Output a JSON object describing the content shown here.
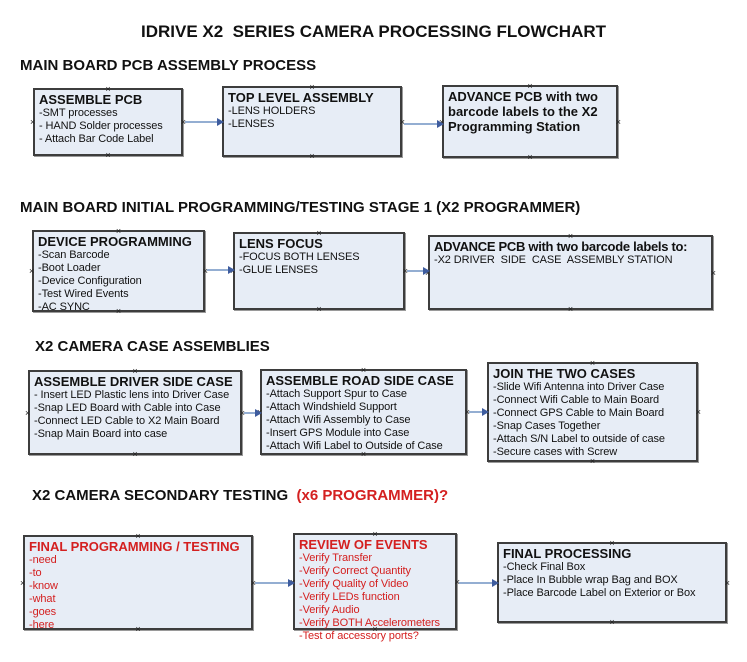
{
  "title": "IDRIVE X2  SERIES CAMERA PROCESSING FLOWCHART",
  "palette": {
    "box_fill": "#e7edf6",
    "box_border": "#3d3d3d",
    "connector_line": "#94aed2",
    "connector_head": "#3e5c9e",
    "red_text": "#d42020",
    "black_text": "#111111",
    "background": "#ffffff"
  },
  "sections": [
    {
      "heading": "MAIN BOARD PCB ASSEMBLY PROCESS",
      "heading_red": ""
    },
    {
      "heading": "MAIN BOARD INITIAL PROGRAMMING/TESTING STAGE 1 (X2 PROGRAMMER)",
      "heading_red": ""
    },
    {
      "heading": "X2 CAMERA CASE ASSEMBLIES",
      "heading_red": ""
    },
    {
      "heading": "X2 CAMERA SECONDARY TESTING  ",
      "heading_red": "(x6 PROGRAMMER)?"
    }
  ],
  "boxes": [
    {
      "title": "ASSEMBLE PCB",
      "items": [
        "-SMT processes",
        "- HAND Solder processes",
        "- Attach Bar Code Label"
      ]
    },
    {
      "title": "TOP LEVEL ASSEMBLY",
      "items": [
        "-LENS HOLDERS",
        "-LENSES"
      ]
    },
    {
      "title": "ADVANCE PCB with two barcode labels to the X2 Programming Station",
      "items": []
    },
    {
      "title": "DEVICE PROGRAMMING",
      "items": [
        "-Scan Barcode",
        "-Boot Loader",
        "-Device Configuration",
        "-Test Wired Events",
        "-AC SYNC"
      ]
    },
    {
      "title": "LENS FOCUS",
      "items": [
        "-FOCUS BOTH LENSES",
        "-GLUE LENSES"
      ]
    },
    {
      "title": "ADVANCE PCB with two barcode labels to:",
      "items": [
        "-X2 DRIVER  SIDE  CASE  ASSEMBLY STATION"
      ]
    },
    {
      "title": "ASSEMBLE DRIVER SIDE CASE",
      "items": [
        "- Insert LED Plastic lens into Driver Case",
        "-Snap LED Board with Cable into Case",
        "-Connect LED Cable to X2 Main Board",
        "-Snap Main Board into case"
      ]
    },
    {
      "title": "ASSEMBLE ROAD SIDE CASE",
      "items": [
        "-Attach Support Spur to Case",
        "-Attach Windshield Support",
        "-Attach Wifi Assembly to Case",
        "-Insert GPS Module into Case",
        "-Attach Wifi Label to Outside of Case"
      ]
    },
    {
      "title": "JOIN THE TWO CASES",
      "items": [
        "-Slide Wifi Antenna into Driver Case",
        "-Connect Wifi Cable to Main Board",
        "-Connect GPS Cable to Main Board",
        "-Snap Cases Together",
        "-Attach S/N Label to outside of case",
        "-Secure cases with Screw"
      ]
    },
    {
      "title": "FINAL PROGRAMMING / TESTING",
      "items": [
        "-need",
        "-to",
        "-know",
        "-what",
        "-goes",
        "-here"
      ]
    },
    {
      "title": "REVIEW OF EVENTS",
      "items": [
        "-Verify Transfer",
        "-Verify Correct Quantity",
        "-Verify Quality of Video",
        "-Verify LEDs function",
        "-Verify Audio",
        "-Verify BOTH Accelerometers",
        "-Test of accessory ports?"
      ]
    },
    {
      "title": "FINAL PROCESSING",
      "items": [
        "-Check Final Box",
        "-Place In Bubble wrap Bag and BOX",
        "-Place Barcode Label on Exterior or Box"
      ]
    }
  ]
}
